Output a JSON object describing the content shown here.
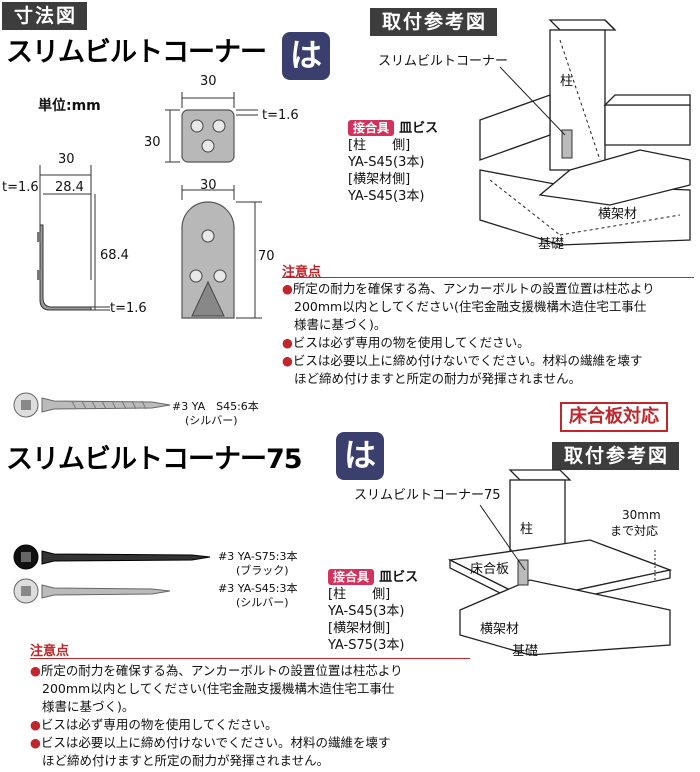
{
  "top": {
    "section_dims": "寸法図",
    "section_ref": "取付参考図",
    "title": "スリムビルトコーナー",
    "ha": "は",
    "unit": "単位:mm",
    "dims": {
      "top_w": "30",
      "top_h": "30",
      "t_a": "t=1.6",
      "side_w": "30",
      "t_b": "t=1.6",
      "side_inner": "28.4",
      "side_h": "68.4",
      "t_c": "t=1.6",
      "front_w": "30",
      "front_h": "70"
    },
    "ref_labels": {
      "product": "スリムビルトコーナー",
      "column": "柱",
      "beam": "横架材",
      "foundation": "基礎"
    },
    "fastener": {
      "badge": "接合具",
      "type": "皿ビス",
      "col_side": "[柱　　側]",
      "col_screw": "YA-S45(3本)",
      "beam_side": "[横架材側]",
      "beam_screw": "YA-S45(3本)"
    },
    "notes_head": "注意点",
    "notes": [
      [
        "所定の耐力を確保する為、アンカーボルトの設置位置は柱芯より",
        "200mm以内としてください(住宅金融支援機構木造住宅工事仕",
        "様書に基づく)。"
      ],
      [
        "ビスは必ず専用の物を使用してください。"
      ],
      [
        "ビスは必要以上に締め付けないでください。材料の繊維を壊す",
        "ほど締め付けますと所定の耐力が発揮されません。"
      ]
    ],
    "screw": {
      "label": "#3 YA　S45:6本",
      "color": "(シルバー)"
    }
  },
  "bottom": {
    "floor_tag": "床合板対応",
    "section_ref": "取付参考図",
    "title": "スリムビルトコーナー75",
    "ha": "は",
    "screws": [
      {
        "label": "#3 YA-S75:3本",
        "color": "(ブラック)"
      },
      {
        "label": "#3 YA-S45:3本",
        "color": "(シルバー)"
      }
    ],
    "ref_labels": {
      "product": "スリムビルトコーナー75",
      "column": "柱",
      "plywood": "床合板",
      "beam": "横架材",
      "foundation": "基礎",
      "range": "30mm",
      "range2": "まで対応"
    },
    "fastener": {
      "badge": "接合具",
      "type": "皿ビス",
      "col_side": "[柱　　側]",
      "col_screw": "YA-S45(3本)",
      "beam_side": "[横架材側]",
      "beam_screw": "YA-S75(3本)"
    },
    "notes_head": "注意点",
    "notes": [
      [
        "所定の耐力を確保する為、アンカーボルトの設置位置は柱芯より",
        "200mm以内としてください(住宅金融支援機構木造住宅工事仕",
        "様書に基づく)。"
      ],
      [
        "ビスは必ず専用の物を使用してください。"
      ],
      [
        "ビスは必要以上に締め付けないでください。材料の繊維を壊す",
        "ほど締め付けますと所定の耐力が発揮されません。"
      ]
    ]
  },
  "colors": {
    "accent_red": "#c0262c",
    "badge_pink": "#d4325c",
    "ha_navy": "#3b3f6e",
    "tag_gray": "#3d3d3d"
  }
}
